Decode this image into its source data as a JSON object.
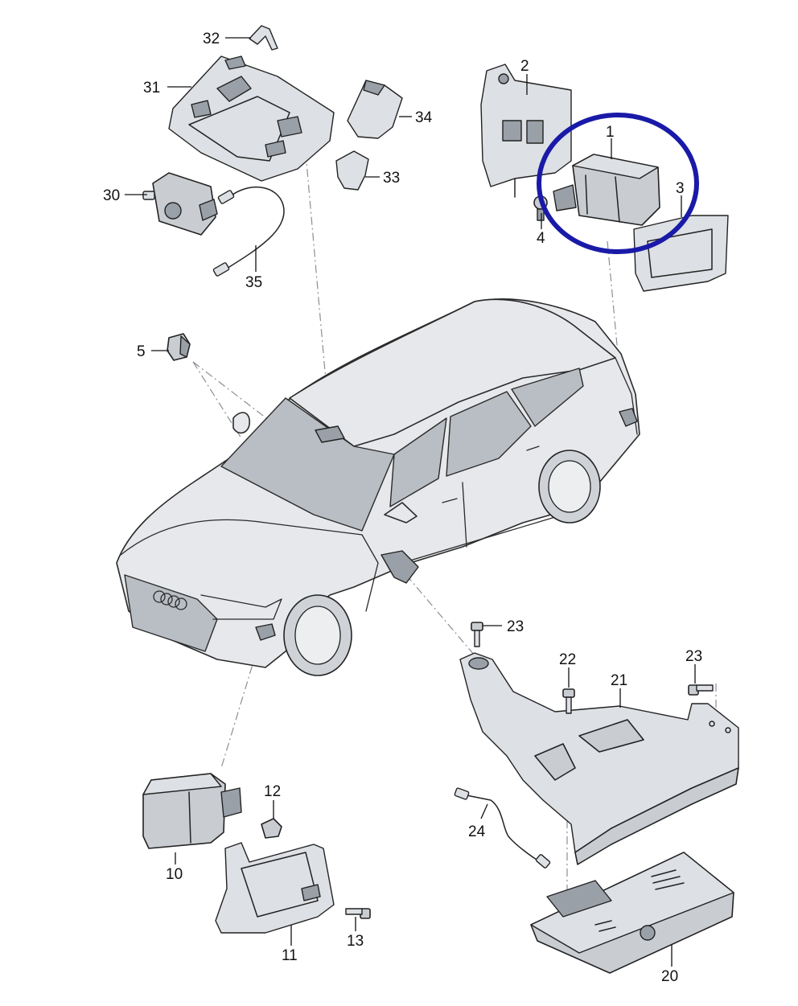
{
  "labels": {
    "p1": "1",
    "p2": "2",
    "p3": "3",
    "p4": "4",
    "p5": "5",
    "p10": "10",
    "p11": "11",
    "p12": "12",
    "p13": "13",
    "p20": "20",
    "p21": "21",
    "p22": "22",
    "p23a": "23",
    "p23b": "23",
    "p24": "24",
    "p30": "30",
    "p31": "31",
    "p32": "32",
    "p33": "33",
    "p34": "34",
    "p35": "35"
  },
  "colors": {
    "highlight_circle": "#1a1aa8",
    "part_fill": "#c9cdd2",
    "outline": "#222222"
  }
}
